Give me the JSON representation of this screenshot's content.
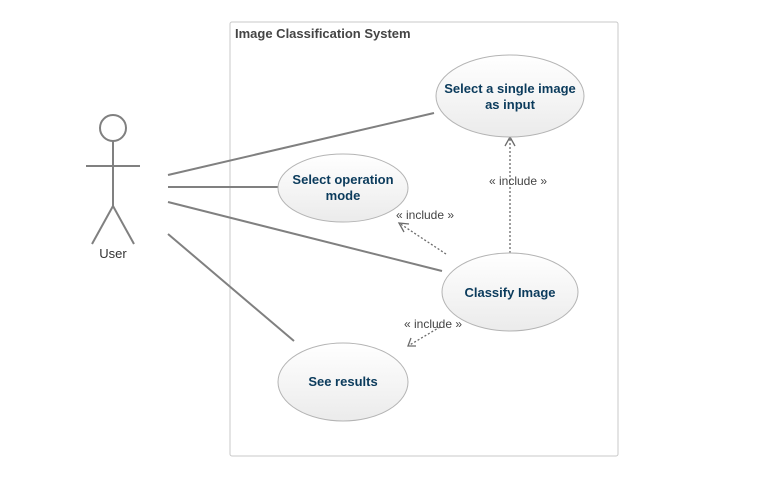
{
  "colors": {
    "boundary_stroke": "#c8c8c8",
    "association_line": "#808080",
    "usecase_stroke": "#b4b4b4",
    "usecase_fill_top": "#ffffff",
    "usecase_fill_bottom": "#ebebeb",
    "usecase_text": "#0b3b5c",
    "dependency_line": "#6b6b6b"
  },
  "system": {
    "title": "Image Classification System"
  },
  "actor": {
    "label": "User",
    "icon": "stick-figure-icon"
  },
  "use_cases": {
    "select_image": {
      "line1": "Select a single image",
      "line2": "as input"
    },
    "select_mode": {
      "line1": "Select operation",
      "line2": "mode"
    },
    "classify": {
      "line1": "Classify Image"
    },
    "see_results": {
      "line1": "See results"
    }
  },
  "relations": {
    "include_to_select_image": "« include »",
    "include_to_select_mode": "« include »",
    "include_to_see_results": "« include »"
  }
}
